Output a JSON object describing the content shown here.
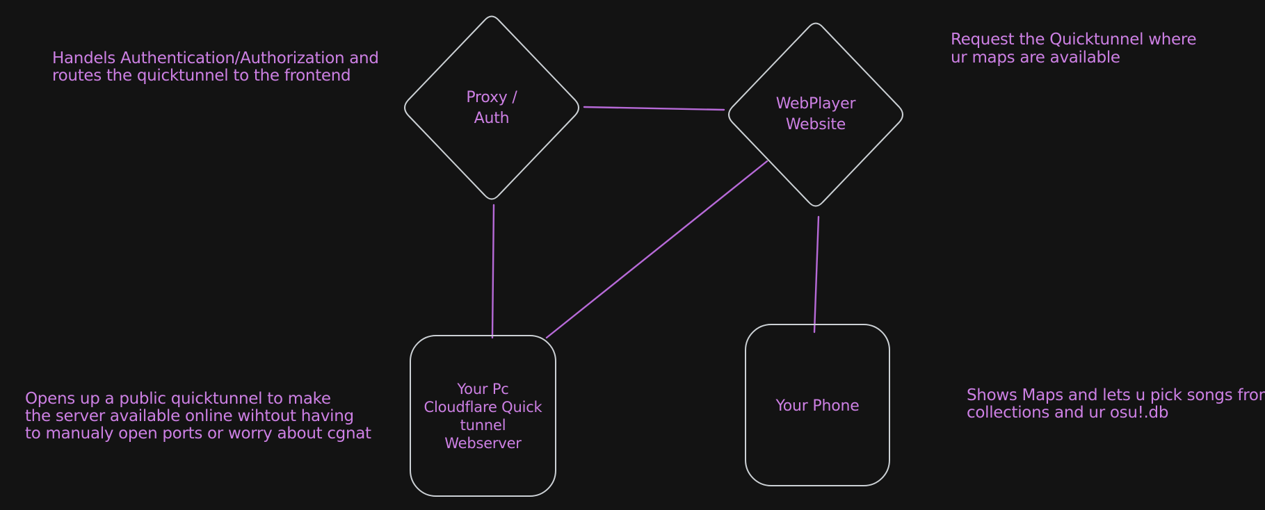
{
  "theme": {
    "canvas-bg": "#131313",
    "shape-stroke": "#ccd1d5",
    "node-text": "#cd80e4",
    "connector": "#b76ad8"
  },
  "nodes": [
    {
      "id": "proxy-auth",
      "shape": "diamond",
      "lines": [
        "Proxy /",
        "Auth"
      ]
    },
    {
      "id": "webplayer-website",
      "shape": "diamond",
      "lines": [
        "WebPlayer",
        "Website"
      ]
    },
    {
      "id": "your-pc",
      "shape": "rounded-rectangle",
      "lines": [
        "Your Pc",
        "Cloudflare Quick",
        "tunnel",
        "Webserver"
      ]
    },
    {
      "id": "your-phone",
      "shape": "rounded-rectangle",
      "lines": [
        "Your Phone"
      ]
    }
  ],
  "edges": [
    {
      "from": "proxy-auth",
      "to": "webplayer-website"
    },
    {
      "from": "proxy-auth",
      "to": "your-pc"
    },
    {
      "from": "webplayer-website",
      "to": "your-pc"
    },
    {
      "from": "webplayer-website",
      "to": "your-phone"
    }
  ],
  "annotations": [
    {
      "id": "proxy-auth-note",
      "lines": [
        "Handels Authentication/Authorization and",
        "routes the quicktunnel to the frontend"
      ]
    },
    {
      "id": "webplayer-note",
      "lines": [
        "Request the Quicktunnel where",
        "ur maps are available"
      ]
    },
    {
      "id": "your-pc-note",
      "lines": [
        "Opens up a public quicktunnel to make",
        "the server available online wihtout having",
        "to manualy open ports or worry about cgnat"
      ]
    },
    {
      "id": "your-phone-note",
      "lines": [
        "Shows Maps and lets u pick songs from",
        "collections and ur osu!.db"
      ]
    }
  ]
}
